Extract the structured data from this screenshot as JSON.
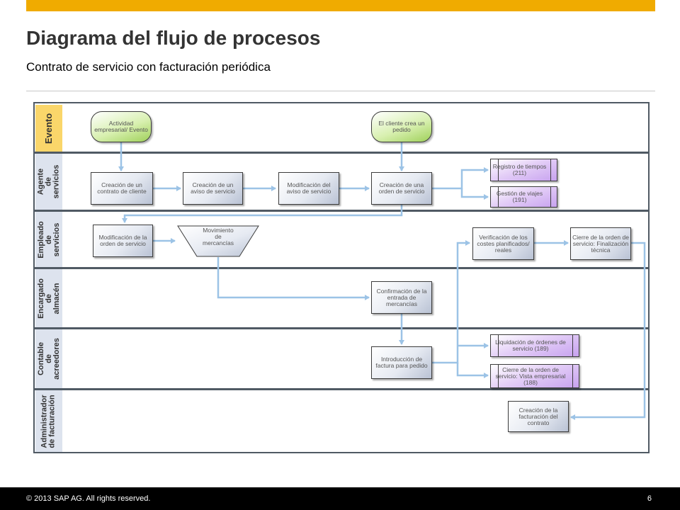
{
  "header": {
    "title": "Diagrama del flujo de procesos",
    "subtitle": "Contrato de servicio con facturación periódica"
  },
  "lanes": [
    {
      "id": "evento",
      "label": "Evento"
    },
    {
      "id": "agente",
      "label": "Agente de servicios"
    },
    {
      "id": "empleado",
      "label": "Empleado de servicios"
    },
    {
      "id": "encargado",
      "label": "Encargado de almacén"
    },
    {
      "id": "contable",
      "label": "Contable de acreedores"
    },
    {
      "id": "admin",
      "label": "Administrador de facturación"
    }
  ],
  "nodes": {
    "actividad_empresarial": "Actividad empresarial/ Evento",
    "cliente_crea_pedido": "El cliente crea un pedido",
    "creacion_contrato": "Creación de un contrato de cliente",
    "creacion_aviso": "Creación de un aviso de servicio",
    "modificacion_aviso": "Modificación del aviso de servicio",
    "creacion_orden": "Creación de una orden de servicio",
    "registro_tiempos": "Registro de tiempos (211)",
    "gestion_viajes": "Gestión de viajes (191)",
    "modificacion_orden": "Modificación de la orden de servicio",
    "movimiento_mercancias": "Movimiento de mercancías",
    "verificacion_costes": "Verificación de los costes planificados/ reales",
    "cierre_orden_tecnica": "Cierre de la orden de servicio: Finalización técnica",
    "confirmacion_entrada": "Confirmación de la entrada de mercancías",
    "introduccion_factura": "Introducción de factura para pedido",
    "liquidacion_ordenes": "Liquidación de órdenes de servicio (189)",
    "cierre_orden_empresarial": "Cierre de la orden de servicio: Vista empresarial (188)",
    "creacion_facturacion": "Creación de la facturación del contrato"
  },
  "footer": {
    "copyright": "© 2013 SAP AG. All rights reserved.",
    "page_number": "6"
  },
  "colors": {
    "accent_bar": "#f0ab00",
    "event_node": "#9fd05a",
    "subprocess_node": "#c7a2ef",
    "connector": "#9cc3e6",
    "lane_border": "#505a64"
  }
}
